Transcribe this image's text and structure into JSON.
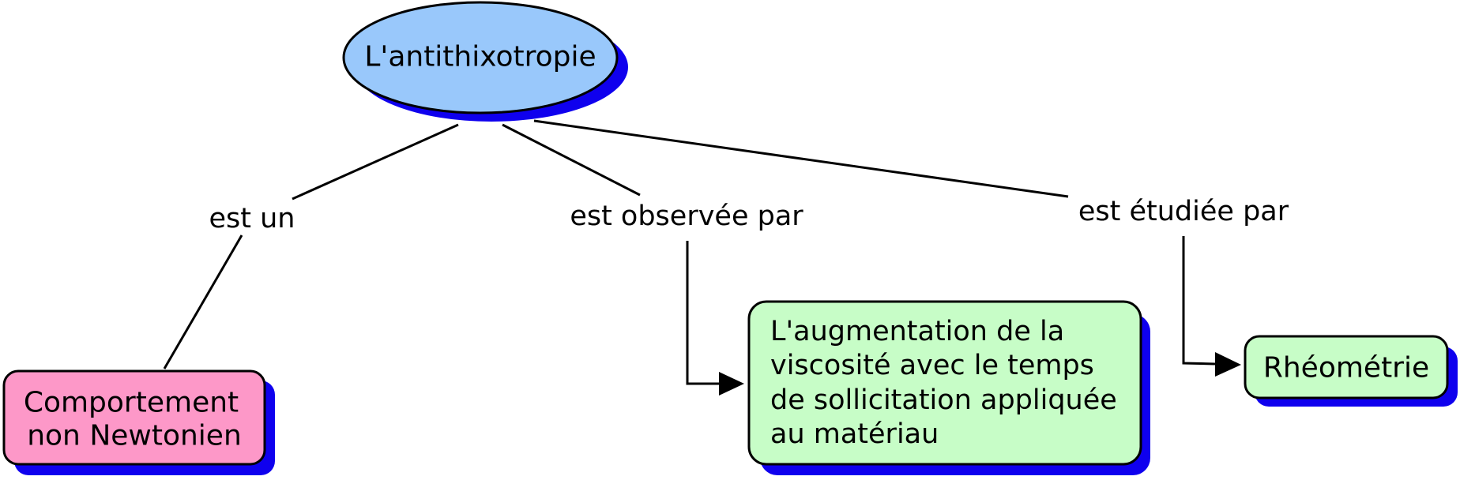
{
  "colors": {
    "root_fill": "#99c8fb",
    "pink_fill": "#fd98c8",
    "green_fill": "#c7fdc7",
    "shadow": "#0f00ee",
    "stroke": "#000000"
  },
  "nodes": {
    "root": {
      "label": "L'antithixotropie"
    },
    "comportement": {
      "lines": [
        "Comportement",
        "non Newtonien"
      ]
    },
    "augmentation": {
      "lines": [
        "L'augmentation de la",
        "viscosité avec le temps",
        "de sollicitation appliquée",
        "au matériau"
      ]
    },
    "rheometrie": {
      "label": "Rhéométrie"
    }
  },
  "links": {
    "est_un": {
      "label": "est un"
    },
    "est_observee_par": {
      "label": "est observée par"
    },
    "est_etudiee_par": {
      "label": "est étudiée par"
    }
  }
}
